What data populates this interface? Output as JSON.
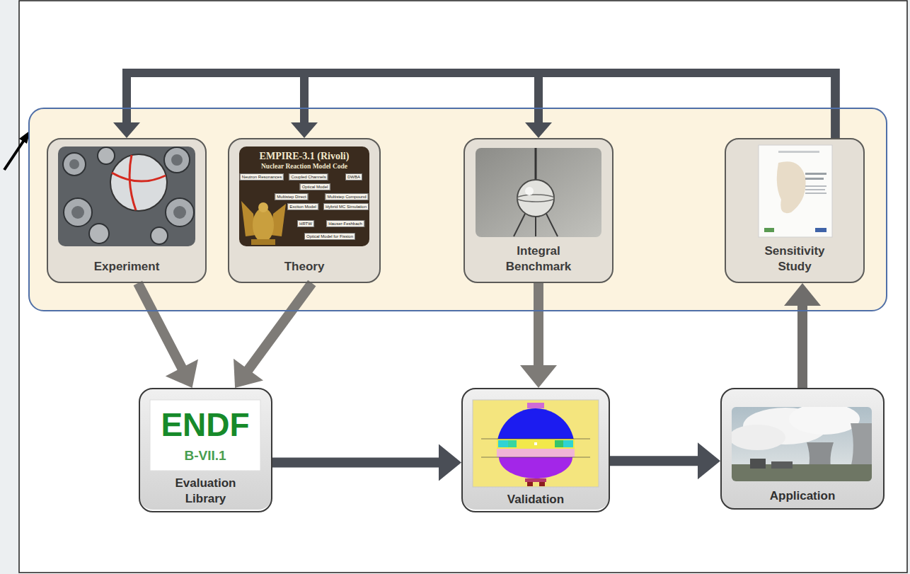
{
  "diagram": {
    "nodes": [
      {
        "text": []
      },
      {
        "text": [
          "Experiment"
        ],
        "in": 0
      },
      {
        "text": [
          "Theory"
        ],
        "in": 0
      },
      {
        "text": [
          "Integral Benchmark"
        ],
        "in": 0
      },
      {
        "text": [
          "Sensitivity Study"
        ],
        "in": 0
      },
      {
        "text": [
          "Evaluation Library"
        ]
      },
      {
        "text": [
          "Validation"
        ]
      },
      {
        "text": [
          "Application"
        ]
      }
    ],
    "edges": [
      {
        "from": 4,
        "to": 1,
        "arrow": "to"
      },
      {
        "from": 4,
        "to": 2,
        "arrow": "to"
      },
      {
        "from": 4,
        "to": 3,
        "arrow": "to"
      },
      {
        "from": 1,
        "to": 5,
        "arrow": "to"
      },
      {
        "from": 2,
        "to": 5,
        "arrow": "to"
      },
      {
        "from": 3,
        "to": 6,
        "arrow": "to"
      },
      {
        "from": 5,
        "to": 6,
        "arrow": "to"
      },
      {
        "from": 6,
        "to": 7,
        "arrow": "to"
      },
      {
        "from": 7,
        "to": 4,
        "arrow": "to"
      }
    ],
    "labels": [
      "EMPIRE-3.1 (Rivoli)",
      "Nuclear Reaction Model Code",
      "Neutron Resonances",
      "Coupled Channels",
      "DWBA",
      "Optical Model",
      "Multistep Direct",
      "Multistep Compound",
      "Exciton Model",
      "Hybrid MC Simulation",
      "HRTW",
      "Hauser-Feshbach",
      "Optical Model for Fission",
      "ENDF",
      "B-VII.1"
    ]
  }
}
